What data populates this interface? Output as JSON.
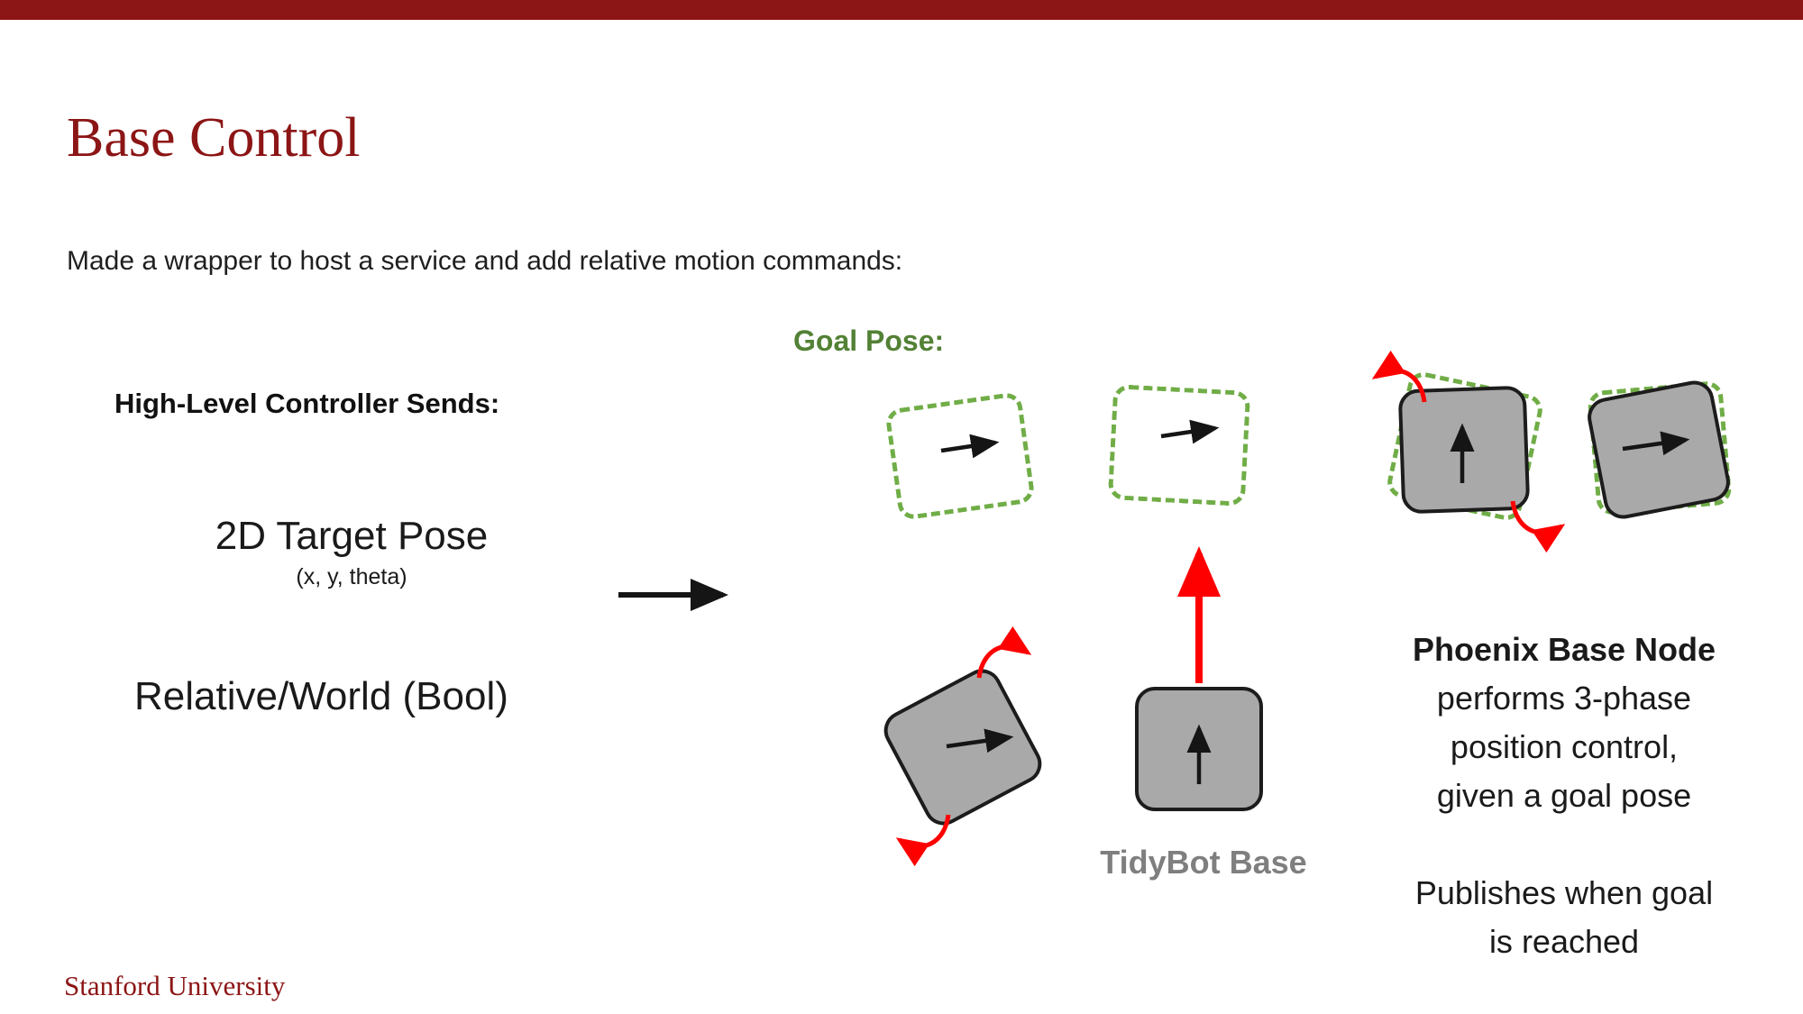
{
  "header": {
    "title": "Base Control",
    "bar_color": "#8C1515"
  },
  "subtitle": "Made a wrapper to host a service and add relative motion commands:",
  "left_panel": {
    "heading": "High-Level Controller Sends:",
    "target_pose": "2D Target Pose",
    "target_pose_params": "(x, y, theta)",
    "relative_world": "Relative/World (Bool)"
  },
  "diagram": {
    "goal_pose_label": "Goal Pose:",
    "tidybot_label": "TidyBot Base",
    "colors": {
      "cardinal_red": "#8C1515",
      "goal_green_text": "#538135",
      "goal_green_dash": "#70AD47",
      "base_gray_fill": "#A9A9A9",
      "motion_red": "#FF0000",
      "arrow_black": "#151515"
    },
    "icons": {
      "flow_arrow": "black-right-arrow",
      "heading_arrow": "black-heading-arrow",
      "motion_arrow": "red-up-arrow",
      "rotation_arrow": "red-curved-arrow"
    }
  },
  "right_panel": {
    "heading": "Phoenix Base Node",
    "lines": [
      "performs 3-phase",
      "position control,",
      "given a goal pose"
    ],
    "publish_lines": [
      "Publishes when goal",
      "is reached"
    ]
  },
  "footer": {
    "text": "Stanford University"
  }
}
